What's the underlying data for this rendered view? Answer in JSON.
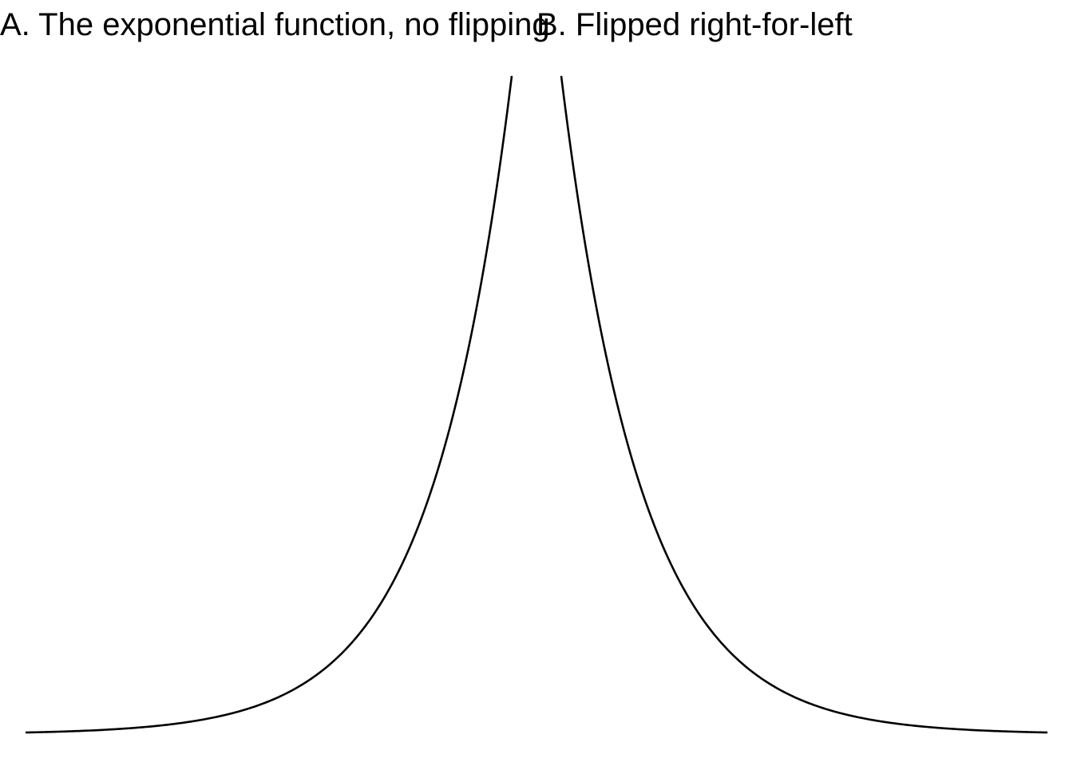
{
  "chart_data": [
    {
      "type": "line",
      "title": "A. The exponential function, no flipping",
      "xlabel": "",
      "ylabel": "",
      "axes_visible": false,
      "grid": false,
      "function": "y = exp(x)",
      "xlim": [
        -3,
        3
      ],
      "ylim": [
        0,
        20.09
      ],
      "series": [
        {
          "color": "#000000",
          "x": [
            -3.0,
            -2.5,
            -2.0,
            -1.5,
            -1.0,
            -0.5,
            0.0,
            0.5,
            1.0,
            1.5,
            2.0,
            2.5,
            3.0
          ],
          "y": [
            0.05,
            0.08,
            0.14,
            0.22,
            0.37,
            0.61,
            1.0,
            1.65,
            2.72,
            4.48,
            7.39,
            12.18,
            20.09
          ]
        }
      ]
    },
    {
      "type": "line",
      "title": "B. Flipped right-for-left",
      "xlabel": "",
      "ylabel": "",
      "axes_visible": false,
      "grid": false,
      "function": "y = exp(-x)",
      "xlim": [
        -3,
        3
      ],
      "ylim": [
        0,
        20.09
      ],
      "series": [
        {
          "color": "#000000",
          "x": [
            -3.0,
            -2.5,
            -2.0,
            -1.5,
            -1.0,
            -0.5,
            0.0,
            0.5,
            1.0,
            1.5,
            2.0,
            2.5,
            3.0
          ],
          "y": [
            20.09,
            12.18,
            7.39,
            4.48,
            2.72,
            1.65,
            1.0,
            0.61,
            0.37,
            0.22,
            0.14,
            0.08,
            0.05
          ]
        }
      ]
    }
  ]
}
